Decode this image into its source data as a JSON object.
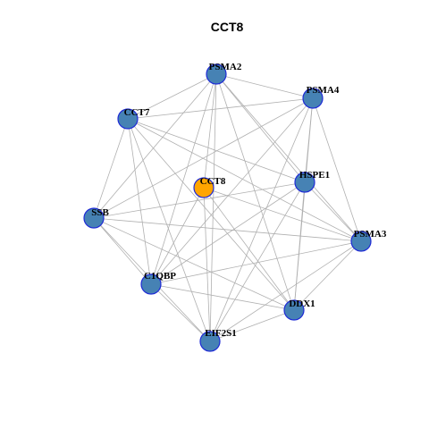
{
  "title": "CCT8",
  "colors": {
    "node_default": "#4682b4",
    "node_focus": "#ffa500",
    "node_border": "#1f2bd6",
    "edge": "#b0b0b0"
  },
  "nodes": [
    {
      "id": "PSMA2",
      "label": "PSMA2",
      "focus": false
    },
    {
      "id": "PSMA4",
      "label": "PSMA4",
      "focus": false
    },
    {
      "id": "CCT7",
      "label": "CCT7",
      "focus": false
    },
    {
      "id": "CCT8",
      "label": "CCT8",
      "focus": true
    },
    {
      "id": "HSPE1",
      "label": "HSPE1",
      "focus": false
    },
    {
      "id": "SSB",
      "label": "SSB",
      "focus": false
    },
    {
      "id": "PSMA3",
      "label": "PSMA3",
      "focus": false
    },
    {
      "id": "C1QBP",
      "label": "C1QBP",
      "focus": false
    },
    {
      "id": "DDX1",
      "label": "DDX1",
      "focus": false
    },
    {
      "id": "EIF2S1",
      "label": "EIF2S1",
      "focus": false
    }
  ],
  "edges": [
    [
      "PSMA2",
      "PSMA4"
    ],
    [
      "PSMA2",
      "CCT7"
    ],
    [
      "PSMA2",
      "CCT8"
    ],
    [
      "PSMA2",
      "HSPE1"
    ],
    [
      "PSMA2",
      "SSB"
    ],
    [
      "PSMA2",
      "PSMA3"
    ],
    [
      "PSMA2",
      "C1QBP"
    ],
    [
      "PSMA2",
      "DDX1"
    ],
    [
      "PSMA2",
      "EIF2S1"
    ],
    [
      "PSMA4",
      "CCT7"
    ],
    [
      "PSMA4",
      "HSPE1"
    ],
    [
      "PSMA4",
      "SSB"
    ],
    [
      "PSMA4",
      "PSMA3"
    ],
    [
      "PSMA4",
      "C1QBP"
    ],
    [
      "PSMA4",
      "DDX1"
    ],
    [
      "PSMA4",
      "EIF2S1"
    ],
    [
      "CCT7",
      "SSB"
    ],
    [
      "CCT7",
      "HSPE1"
    ],
    [
      "CCT7",
      "PSMA3"
    ],
    [
      "CCT7",
      "C1QBP"
    ],
    [
      "CCT7",
      "DDX1"
    ],
    [
      "CCT7",
      "EIF2S1"
    ],
    [
      "CCT8",
      "C1QBP"
    ],
    [
      "CCT8",
      "EIF2S1"
    ],
    [
      "CCT8",
      "DDX1"
    ],
    [
      "CCT8",
      "PSMA3"
    ],
    [
      "HSPE1",
      "SSB"
    ],
    [
      "HSPE1",
      "PSMA3"
    ],
    [
      "HSPE1",
      "C1QBP"
    ],
    [
      "HSPE1",
      "DDX1"
    ],
    [
      "HSPE1",
      "EIF2S1"
    ],
    [
      "SSB",
      "PSMA3"
    ],
    [
      "SSB",
      "C1QBP"
    ],
    [
      "SSB",
      "DDX1"
    ],
    [
      "SSB",
      "EIF2S1"
    ],
    [
      "PSMA3",
      "C1QBP"
    ],
    [
      "PSMA3",
      "DDX1"
    ],
    [
      "PSMA3",
      "EIF2S1"
    ],
    [
      "C1QBP",
      "DDX1"
    ],
    [
      "C1QBP",
      "EIF2S1"
    ],
    [
      "DDX1",
      "EIF2S1"
    ]
  ]
}
